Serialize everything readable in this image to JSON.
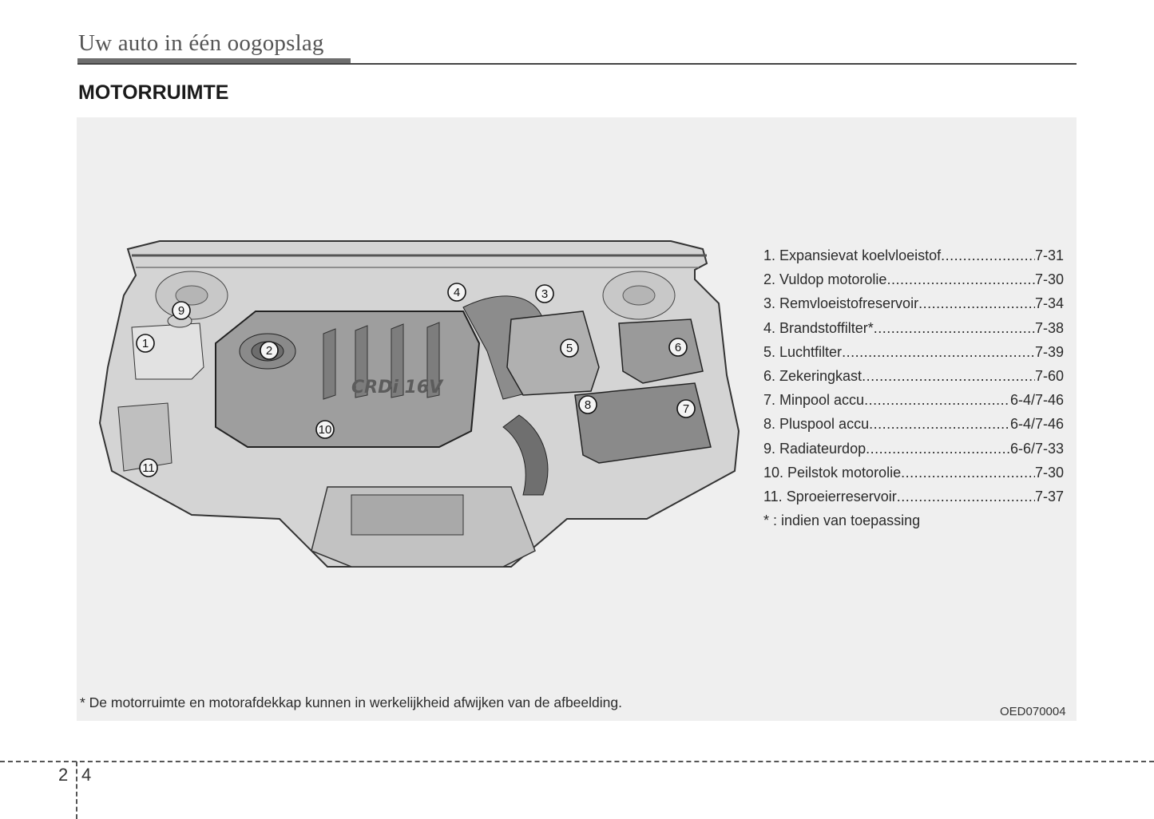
{
  "header": {
    "title": "Uw auto in één oogopslag"
  },
  "section": {
    "title": "MOTORRUIMTE"
  },
  "figure": {
    "engine_badge": "CRDi 16V",
    "callouts": [
      "1",
      "2",
      "3",
      "4",
      "5",
      "6",
      "7",
      "8",
      "9",
      "10",
      "11"
    ],
    "legend": [
      {
        "label": "1. Expansievat koelvloeistof",
        "page": "7-31"
      },
      {
        "label": "2. Vuldop motorolie ",
        "page": "7-30"
      },
      {
        "label": "3. Remvloeistofreservoir ",
        "page": "7-34"
      },
      {
        "label": "4. Brandstoffilter* ",
        "page": "7-38"
      },
      {
        "label": "5. Luchtfilter ",
        "page": "7-39"
      },
      {
        "label": "6. Zekeringkast ",
        "page": "7-60"
      },
      {
        "label": "7. Minpool accu ",
        "page": "6-4/7-46"
      },
      {
        "label": "8. Pluspool accu ",
        "page": "6-4/7-46"
      },
      {
        "label": "9. Radiateurdop ",
        "page": "6-6/7-33"
      },
      {
        "label": "10. Peilstok motorolie",
        "page": "7-30"
      },
      {
        "label": "11. Sproeierreservoir ",
        "page": "7-37"
      }
    ],
    "note": "* : indien van toepassing",
    "disclaimer": "* De motorruimte en motorafdekkap kunnen in werkelijkheid afwijken van de afbeelding.",
    "image_code": "OED070004"
  },
  "footer": {
    "chapter": "2",
    "page": "4"
  }
}
